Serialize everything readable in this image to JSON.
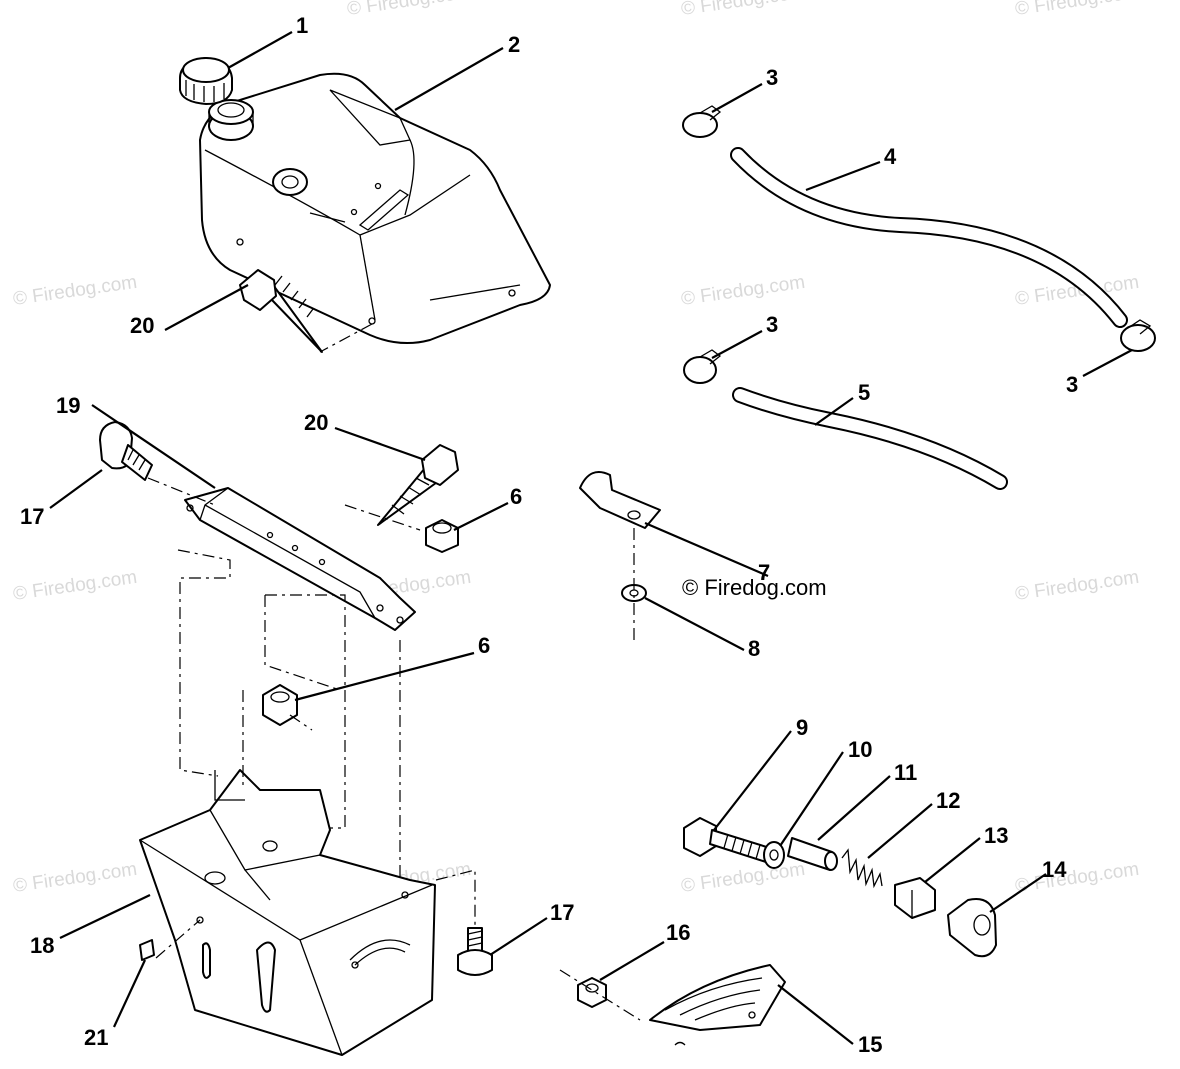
{
  "watermark": "© Firedog.com",
  "copyright_label": "© Firedog.com",
  "callouts": [
    {
      "id": "1",
      "label": "1"
    },
    {
      "id": "2",
      "label": "2"
    },
    {
      "id": "3a",
      "label": "3"
    },
    {
      "id": "3b",
      "label": "3"
    },
    {
      "id": "3c",
      "label": "3"
    },
    {
      "id": "4",
      "label": "4"
    },
    {
      "id": "5",
      "label": "5"
    },
    {
      "id": "6a",
      "label": "6"
    },
    {
      "id": "6b",
      "label": "6"
    },
    {
      "id": "7",
      "label": "7"
    },
    {
      "id": "8",
      "label": "8"
    },
    {
      "id": "9",
      "label": "9"
    },
    {
      "id": "10",
      "label": "10"
    },
    {
      "id": "11",
      "label": "11"
    },
    {
      "id": "12",
      "label": "12"
    },
    {
      "id": "13",
      "label": "13"
    },
    {
      "id": "14",
      "label": "14"
    },
    {
      "id": "15",
      "label": "15"
    },
    {
      "id": "16",
      "label": "16"
    },
    {
      "id": "17a",
      "label": "17"
    },
    {
      "id": "17b",
      "label": "17"
    },
    {
      "id": "18",
      "label": "18"
    },
    {
      "id": "19",
      "label": "19"
    },
    {
      "id": "20a",
      "label": "20"
    },
    {
      "id": "20b",
      "label": "20"
    },
    {
      "id": "21",
      "label": "21"
    }
  ]
}
